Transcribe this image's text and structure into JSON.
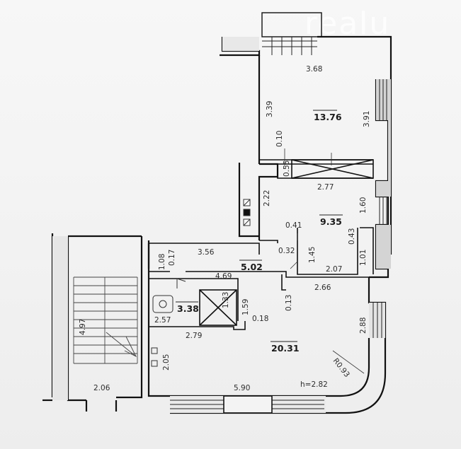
{
  "watermark": "realu",
  "areas": {
    "room_top": "13.76",
    "room_mid": "9.35",
    "hall": "5.02",
    "bath": "3.38",
    "main": "20.31"
  },
  "dims": {
    "top_width": "3.68",
    "top_left": "3.39",
    "top_right": "3.91",
    "wall_0_10": "0.10",
    "wall_0_55": "0.55",
    "mid_width": "2.77",
    "mid_left": "2.22",
    "mid_right": "1.60",
    "mid_041": "0.41",
    "mid_043": "0.43",
    "mid_145": "1.45",
    "mid_101": "1.01",
    "mid_207": "2.07",
    "hall_width": "3.56",
    "hall_032": "0.32",
    "hall_108": "1.08",
    "hall_017": "0.17",
    "hall_469": "4.69",
    "bath_133": "1.33",
    "bath_159": "1.59",
    "bath_013": "0.13",
    "bath_018": "0.18",
    "bath_257": "2.57",
    "bath_279": "2.79",
    "main_266": "2.66",
    "main_288": "2.88",
    "main_radius": "R0.93",
    "main_205": "2.05",
    "main_590": "5.90",
    "height": "h=2.82",
    "stair_497": "4.97",
    "stair_206": "2.06"
  }
}
